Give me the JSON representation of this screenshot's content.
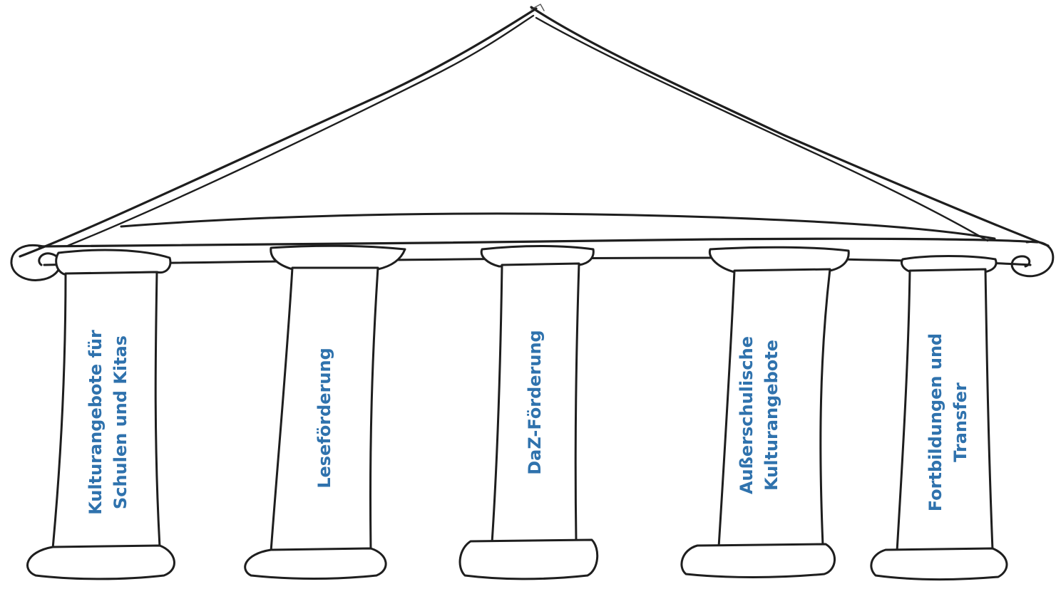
{
  "diagram": {
    "pillars": [
      {
        "id": "kultur-schulen",
        "lines": [
          "Kulturangebote für",
          "Schulen und Kitas"
        ]
      },
      {
        "id": "lesefoerderung",
        "lines": [
          "Leseförderung"
        ]
      },
      {
        "id": "daz-foerderung",
        "lines": [
          "DaZ-Förderung"
        ]
      },
      {
        "id": "ausserschulisch",
        "lines": [
          "Außerschulische",
          "Kulturangebote"
        ]
      },
      {
        "id": "fortbildungen",
        "lines": [
          "Fortbildungen und",
          "Transfer"
        ]
      }
    ],
    "label_color": "#2f72ad",
    "line_color": "#1e1e1e"
  }
}
